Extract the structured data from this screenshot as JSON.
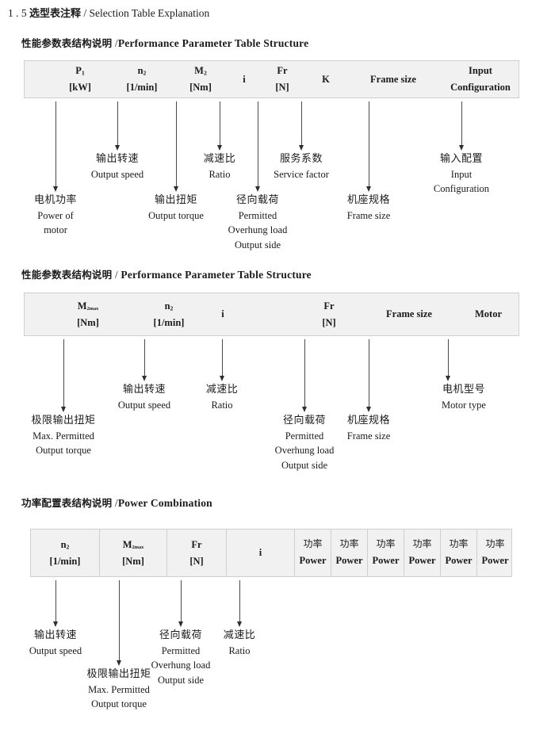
{
  "doc_title": {
    "number": "1 . 5",
    "cn": "选型表注释",
    "sep": " / ",
    "en": "Selection Table Explanation"
  },
  "sections": [
    {
      "heading": {
        "cn": "性能参数表结构说明",
        "sep": " /",
        "en": "Performance Parameter Table Structure"
      },
      "table": {
        "columns": [
          {
            "line1": "P",
            "sub1": "1",
            "line2": "[kW]"
          },
          {
            "line1": "n",
            "sub1": "2",
            "line2": "[1/min]"
          },
          {
            "line1": "M",
            "sub1": "2",
            "line2": "[Nm]"
          },
          {
            "single": "i"
          },
          {
            "line1": "Fr",
            "line2": "[N]"
          },
          {
            "single": "K"
          },
          {
            "single": "Frame size"
          },
          {
            "line1": "Input",
            "line2": "Configuration"
          }
        ]
      },
      "callouts": [
        {
          "cn": "电机功率",
          "en": [
            "Power of",
            "motor"
          ]
        },
        {
          "cn": "输出转速",
          "en": [
            "Output speed"
          ]
        },
        {
          "cn": "输出扭矩",
          "en": [
            "Output torque"
          ]
        },
        {
          "cn": "减速比",
          "en": [
            "Ratio"
          ]
        },
        {
          "cn": "径向载荷",
          "en": [
            "Permitted",
            "Overhung load",
            "Output side"
          ]
        },
        {
          "cn": "服务系数",
          "en": [
            "Service factor"
          ]
        },
        {
          "cn": "机座规格",
          "en": [
            "Frame size"
          ]
        },
        {
          "cn": "输入配置",
          "en": [
            "Input",
            "Configuration"
          ]
        }
      ]
    },
    {
      "heading": {
        "cn": "性能参数表结构说明",
        "sep": " / ",
        "en": "Performance Parameter Table Structure"
      },
      "table": {
        "columns": [
          {
            "line1": "M",
            "sub1": "2max",
            "line2": "[Nm]"
          },
          {
            "line1": "n",
            "sub1": "2",
            "line2": "[1/min]"
          },
          {
            "single": "i"
          },
          {
            "line1": "Fr",
            "line2": "[N]"
          },
          {
            "single": "Frame size"
          },
          {
            "single": "Motor"
          }
        ]
      },
      "callouts": [
        {
          "cn": "极限输出扭矩",
          "en": [
            "Max. Permitted",
            "Output  torque"
          ]
        },
        {
          "cn": "输出转速",
          "en": [
            "Output speed"
          ]
        },
        {
          "cn": "减速比",
          "en": [
            "Ratio"
          ]
        },
        {
          "cn": "径向载荷",
          "en": [
            "Permitted",
            "Overhung load",
            "Output side"
          ]
        },
        {
          "cn": "机座规格",
          "en": [
            "Frame size"
          ]
        },
        {
          "cn": "电机型号",
          "en": [
            "Motor type"
          ]
        }
      ]
    },
    {
      "heading": {
        "cn": "功率配置表结构说明",
        "sep": " /",
        "en": "Power Combination"
      },
      "table": {
        "columns": [
          {
            "line1": "n",
            "sub1": "2",
            "line2": "[1/min]"
          },
          {
            "line1": "M",
            "sub1": "2max",
            "line2": "[Nm]"
          },
          {
            "line1": "Fr",
            "line2": "[N]"
          },
          {
            "single": "i"
          },
          {
            "cn_line": "功率",
            "line2": "Power"
          },
          {
            "cn_line": "功率",
            "line2": "Power"
          },
          {
            "cn_line": "功率",
            "line2": "Power"
          },
          {
            "cn_line": "功率",
            "line2": "Power"
          },
          {
            "cn_line": "功率",
            "line2": "Power"
          },
          {
            "cn_line": "功率",
            "line2": "Power"
          }
        ]
      },
      "callouts": [
        {
          "cn": "输出转速",
          "en": [
            "Output speed"
          ]
        },
        {
          "cn": "极限输出扭矩",
          "en": [
            "Max. Permitted",
            "Output  torque"
          ]
        },
        {
          "cn": "径向载荷",
          "en": [
            "Permitted",
            "Overhung load",
            "Output side"
          ]
        },
        {
          "cn": "减速比",
          "en": [
            "Ratio"
          ]
        }
      ]
    }
  ],
  "colors": {
    "table_fill": "#f1f1f1",
    "table_border": "#cfcfcf",
    "arrow": "#2e2e2e",
    "text": "#1b1b1b"
  }
}
